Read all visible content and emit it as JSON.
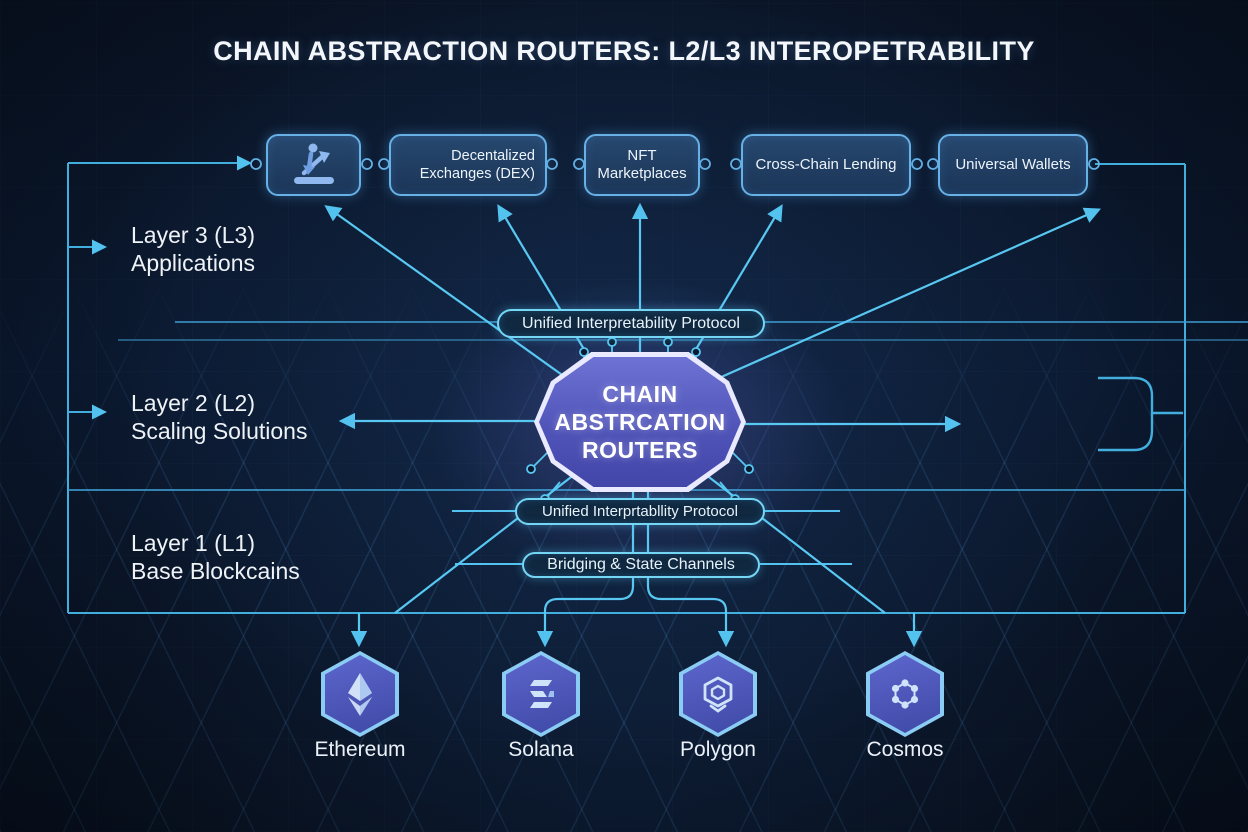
{
  "title": "CHAIN ABSTRACTION ROUTERS: L2/L3 INTEROPETRABILITY",
  "top_apps": [
    {
      "label": "",
      "icon": "swap-routing-icon"
    },
    {
      "label": "Decentalized Exchanges (DEX)"
    },
    {
      "label": "NFT Marketplaces"
    },
    {
      "label": "Cross-Chain Lending"
    },
    {
      "label": "Universal Wallets"
    }
  ],
  "layers": [
    {
      "name": "Layer 3 (L3)",
      "desc": "Applications"
    },
    {
      "name": "Layer 2 (L2)",
      "desc": "Scaling Solutions"
    },
    {
      "name": "Layer 1 (L1)",
      "desc": "Base Blockcains"
    }
  ],
  "protocol_pills": {
    "upper": "Unified Interpretability Protocol",
    "lower": "Unified Interprtabllity Protocol",
    "bridging": "Bridging & State Channels"
  },
  "router_node": {
    "line1": "CHAIN",
    "line2": "ABSTRCATION",
    "line3": "ROUTERS"
  },
  "chains": [
    {
      "name": "Ethereum",
      "icon": "ethereum-icon"
    },
    {
      "name": "Solana",
      "icon": "solana-icon"
    },
    {
      "name": "Polygon",
      "icon": "polygon-icon"
    },
    {
      "name": "Cosmos",
      "icon": "cosmos-icon"
    }
  ],
  "colors": {
    "line_cyan": "#4ab5e8",
    "bright_cyan": "#58c8f2",
    "box_border": "#67b1e6",
    "router_purple": "#5054b8",
    "hex_indigo": "#4c56ba"
  }
}
